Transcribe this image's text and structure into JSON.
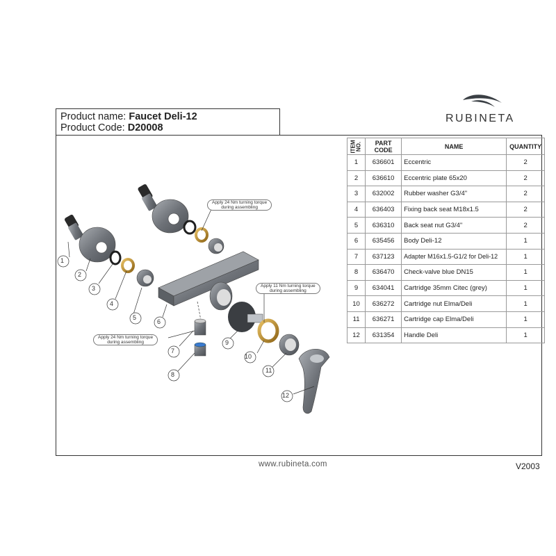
{
  "brand": {
    "name": "RUBINETA"
  },
  "product": {
    "name_label": "Product name:",
    "name_value": "Faucet Deli-12",
    "code_label": "Product Code:",
    "code_value": "D20008"
  },
  "table": {
    "headers": {
      "item_no": "ITEM NO.",
      "part_code": "PART CODE",
      "name": "NAME",
      "quantity": "QUANTITY"
    },
    "rows": [
      {
        "item": "1",
        "code": "636601",
        "name": "Eccentric",
        "qty": "2"
      },
      {
        "item": "2",
        "code": "636610",
        "name": "Eccentric plate 65x20",
        "qty": "2"
      },
      {
        "item": "3",
        "code": "632002",
        "name": "Rubber washer G3/4\"",
        "qty": "2"
      },
      {
        "item": "4",
        "code": "636403",
        "name": "Fixing back seat M18x1.5",
        "qty": "2"
      },
      {
        "item": "5",
        "code": "636310",
        "name": "Back seat nut G3/4\"",
        "qty": "2"
      },
      {
        "item": "6",
        "code": "635456",
        "name": "Body Deli-12",
        "qty": "1"
      },
      {
        "item": "7",
        "code": "637123",
        "name": "Adapter M16x1.5-G1/2 for Deli-12",
        "qty": "1"
      },
      {
        "item": "8",
        "code": "636470",
        "name": "Check-valve blue  DN15",
        "qty": "1"
      },
      {
        "item": "9",
        "code": "634041",
        "name": "Cartridge 35mm Citec (grey)",
        "qty": "1"
      },
      {
        "item": "10",
        "code": "636272",
        "name": "Cartridge nut Elma/Deli",
        "qty": "1"
      },
      {
        "item": "11",
        "code": "636271",
        "name": "Cartridge cap Elma/Deli",
        "qty": "1"
      },
      {
        "item": "12",
        "code": "631354",
        "name": "Handle Deli",
        "qty": "1"
      }
    ]
  },
  "notes": {
    "top": [
      "Apply 24 Nm turning torque",
      "during assembling"
    ],
    "middle": [
      "Apply 11 Nm turning torque",
      "during assembling"
    ],
    "left": [
      "Apply 24 Nm turning torque",
      "during assembling"
    ]
  },
  "callouts": [
    "1",
    "2",
    "3",
    "4",
    "5",
    "6",
    "7",
    "8",
    "9",
    "10",
    "11",
    "12"
  ],
  "footer": {
    "website": "www.rubineta.com",
    "version": "V2003"
  },
  "colors": {
    "chrome": "#6e7278",
    "brass": "#c8962e",
    "rubber": "#1f1f1f",
    "blue": "#3a7ad0",
    "frame": "#333333"
  }
}
